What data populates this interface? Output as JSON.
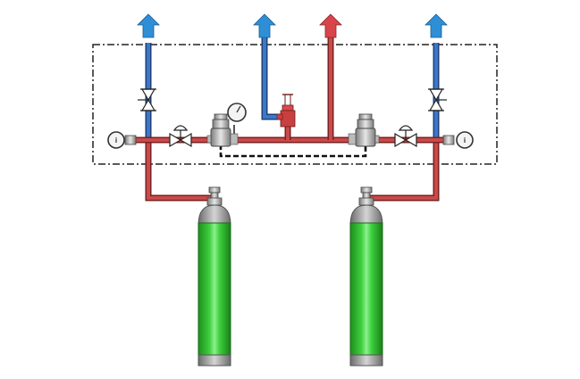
{
  "diagram": {
    "gauge_glyph": "i",
    "colors": {
      "background": "#ffffff",
      "pressure_line": "#c94a4a",
      "pressure_line_dark": "#7a2020",
      "vent_line": "#3b78c7",
      "vent_line_dark": "#1f3f78",
      "vent_arrow": "#2e8fd6",
      "outlet_arrow": "#d9434b",
      "cylinder_green": "#2bb52b",
      "cylinder_highlight": "#8ef08e",
      "cylinder_grey": "#9a9a9a",
      "enclosure_border": "#222222",
      "control_line": "#111111"
    },
    "elements": {
      "enclosure": "dash-dot-boundary",
      "cylinders": [
        "left-gas-cylinder",
        "right-gas-cylinder"
      ],
      "regulators": [
        "left-pressure-regulator",
        "right-pressure-regulator"
      ],
      "relief_valve": "pressure-relief-valve",
      "pressure_gauges": [
        "left-inlet-gauge",
        "right-inlet-gauge",
        "regulator-gauge"
      ],
      "isolation_valves": [
        "left-isolation-valve",
        "right-isolation-valve",
        "left-vent-valve",
        "right-vent-valve"
      ],
      "arrows": [
        "left-vent-arrow",
        "relief-vent-arrow",
        "main-outlet-arrow",
        "right-vent-arrow"
      ]
    }
  }
}
